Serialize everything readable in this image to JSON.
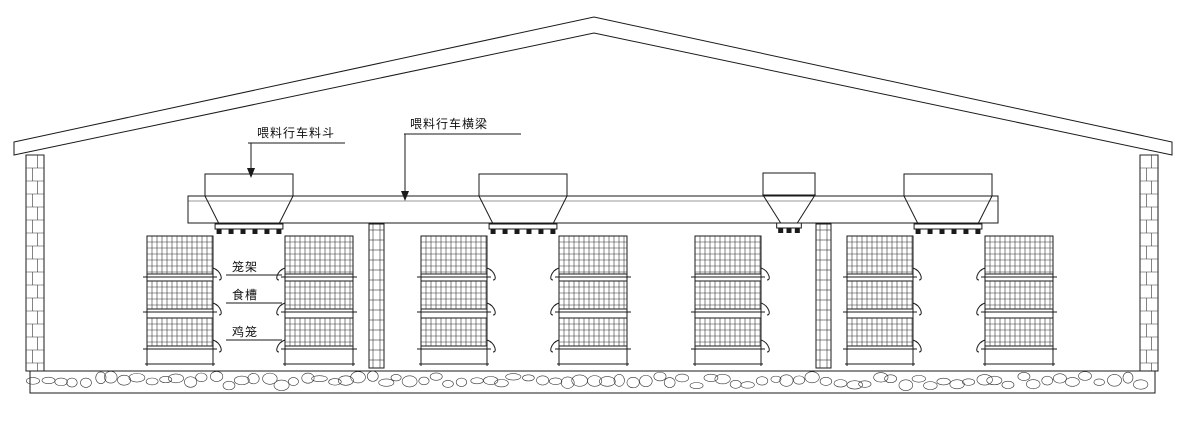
{
  "labels": {
    "feeder_hopper": "喂料行车料斗",
    "feeder_beam": "喂料行车横梁",
    "cage_frame": "笼架",
    "feed_trough": "食槽",
    "chicken_cage": "鸡笼"
  },
  "colors": {
    "line": "#1a1a1a",
    "background": "#ffffff"
  }
}
